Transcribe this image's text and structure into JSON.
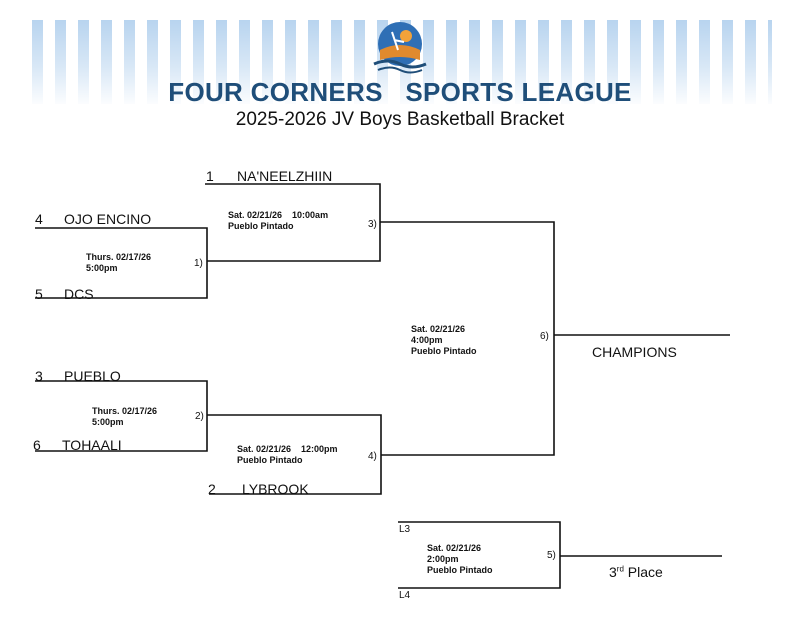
{
  "header": {
    "league_title": "FOUR CORNERS   SPORTS LEAGUE",
    "subtitle": "2025-2026 JV Boys Basketball Bracket",
    "title_color": "#1f4e79",
    "stripe_color": "#b8d4ef",
    "logo_icon": "basketball-beach-logo-icon"
  },
  "teams": [
    {
      "seed": "1",
      "name": "NA'NEELZHIIN"
    },
    {
      "seed": "4",
      "name": "OJO ENCINO"
    },
    {
      "seed": "5",
      "name": "DCS"
    },
    {
      "seed": "3",
      "name": "PUEBLO"
    },
    {
      "seed": "6",
      "name": "TOHAALI"
    },
    {
      "seed": "2",
      "name": "LYBROOK"
    }
  ],
  "games": [
    {
      "num": "1)",
      "info": "Thurs. 02/17/26\n5:00pm"
    },
    {
      "num": "2)",
      "info": "Thurs. 02/17/26\n5:00pm"
    },
    {
      "num": "3)",
      "info": "Sat. 02/21/26    10:00am\nPueblo Pintado"
    },
    {
      "num": "4)",
      "info": "Sat. 02/21/26    12:00pm\nPueblo Pintado"
    },
    {
      "num": "6)",
      "info": "Sat. 02/21/26\n4:00pm\nPueblo Pintado"
    },
    {
      "num": "5)",
      "info": "Sat. 02/21/26\n2:00pm\nPueblo Pintado"
    }
  ],
  "slots": {
    "l3": "L3",
    "l4": "L4"
  },
  "results": {
    "champions": "CHAMPIONS",
    "third_place_ord": "3",
    "third_place_sup": "rd",
    "third_place_rest": " Place"
  }
}
